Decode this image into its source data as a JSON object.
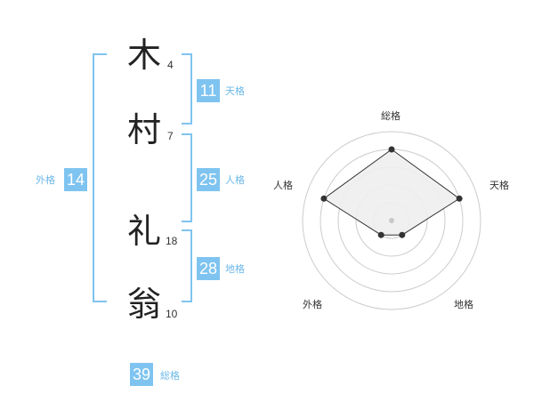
{
  "name": {
    "chars": [
      {
        "char": "木",
        "strokes": "4"
      },
      {
        "char": "村",
        "strokes": "7"
      },
      {
        "char": "礼",
        "strokes": "18"
      },
      {
        "char": "翁",
        "strokes": "10"
      }
    ]
  },
  "fortunes": {
    "tenkaku": {
      "value": "11",
      "label": "天格"
    },
    "jinkaku": {
      "value": "25",
      "label": "人格"
    },
    "chikaku": {
      "value": "28",
      "label": "地格"
    },
    "gaikaku": {
      "value": "14",
      "label": "外格"
    },
    "soukaku": {
      "value": "39",
      "label": "総格"
    }
  },
  "colors": {
    "accent": "#7fc4f0",
    "radar_fill": "#eeeeee",
    "radar_ring": "#cccccc",
    "radar_line": "#333333"
  },
  "chart_data": {
    "type": "radar",
    "axes": [
      "総格",
      "天格",
      "地格",
      "外格",
      "人格"
    ],
    "values": [
      4,
      4,
      1,
      1,
      4
    ],
    "max": 5
  }
}
